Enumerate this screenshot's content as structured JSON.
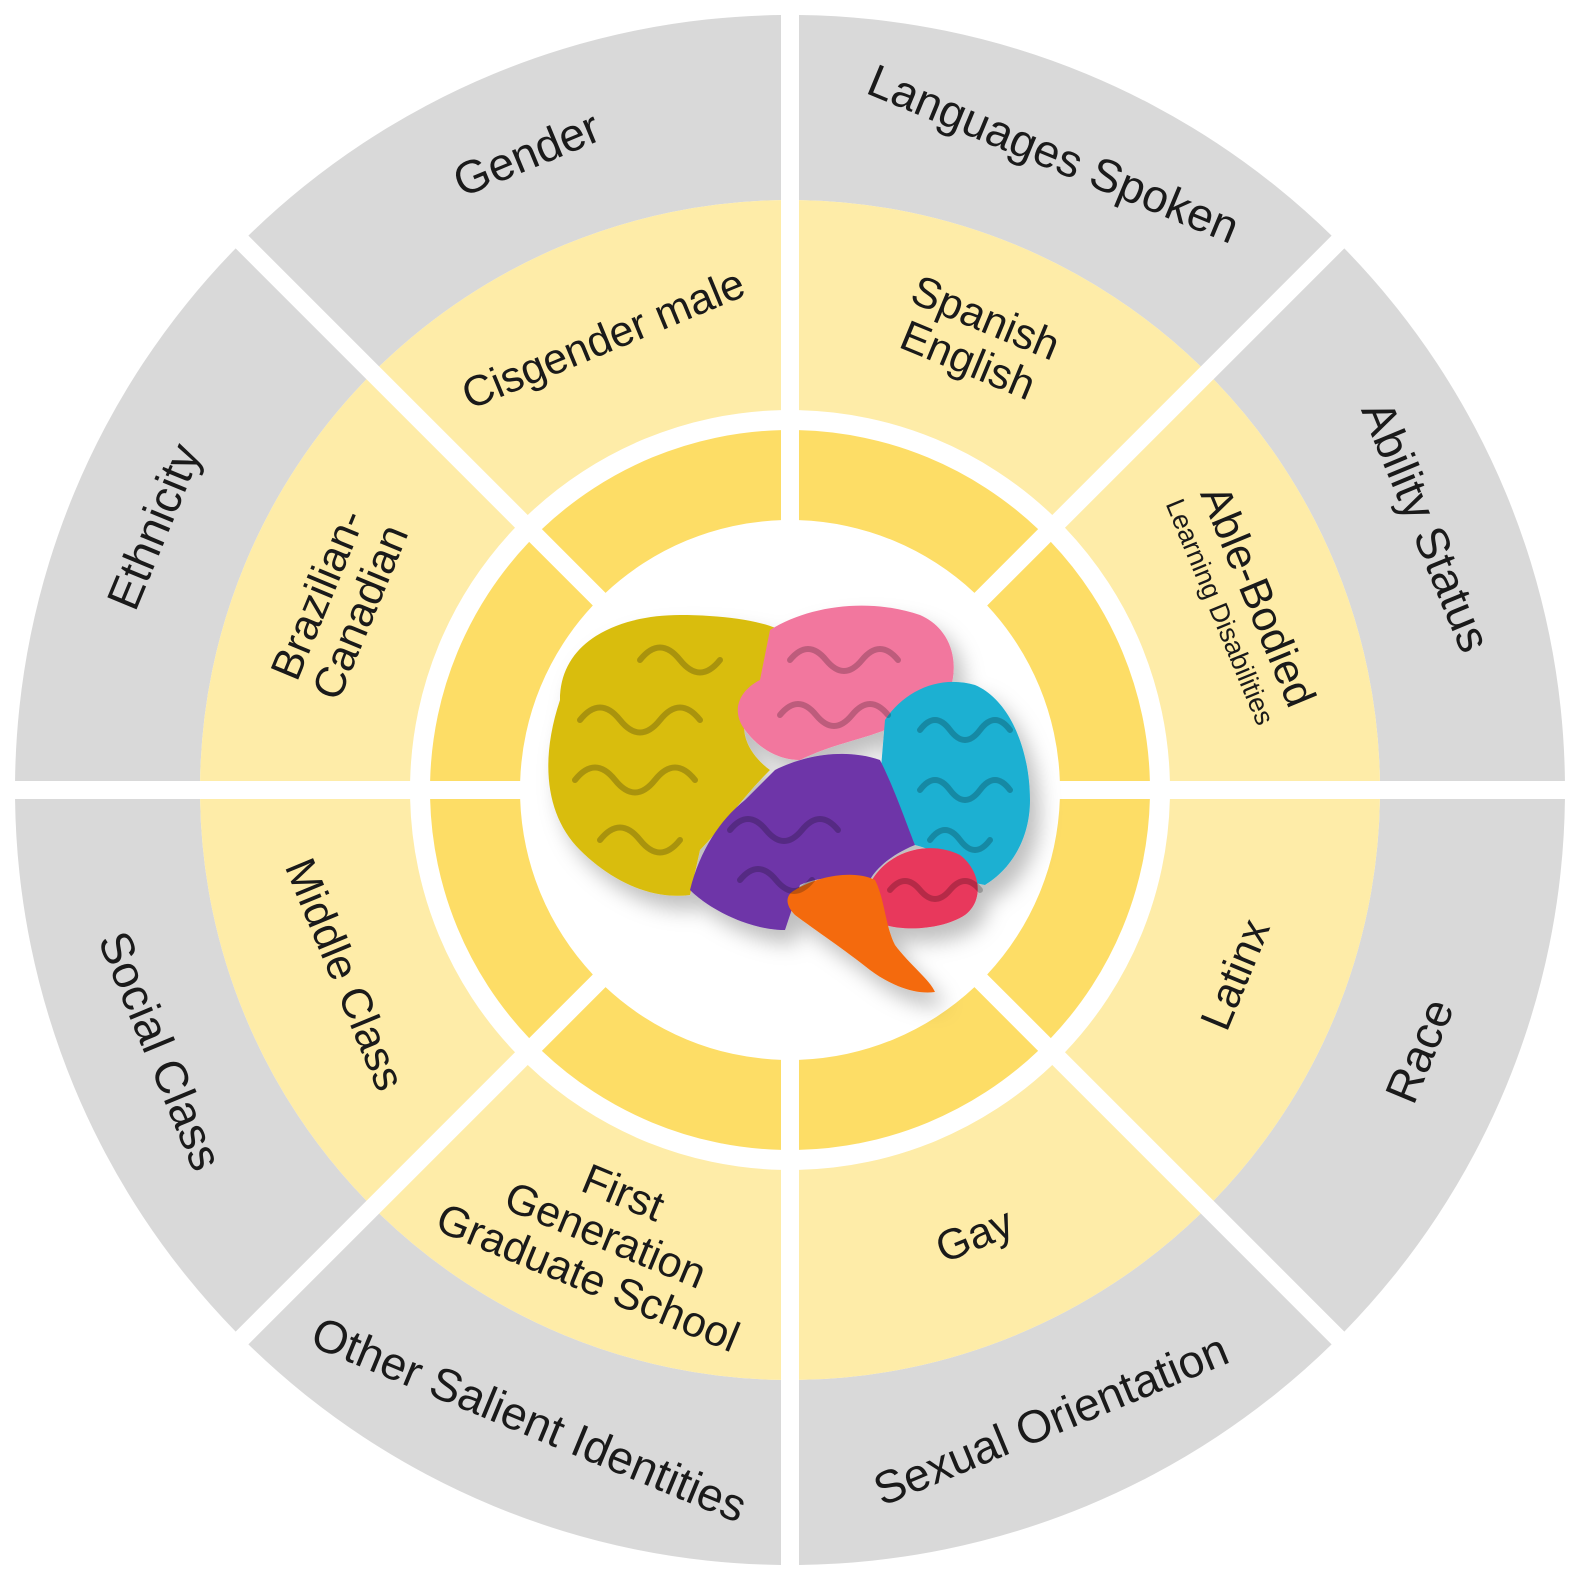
{
  "colors": {
    "outer_ring": "#d9d9d9",
    "middle_ring": "#feeca8",
    "inner_ring": "#fddd66",
    "background": "#ffffff",
    "brain_yellow": "#d9bd0f",
    "brain_pink": "#f2779e",
    "brain_cyan": "#1eb0d2",
    "brain_purple": "#6e35a8",
    "brain_red": "#e8385c",
    "brain_orange": "#f46b0d"
  },
  "center_image": {
    "icon": "brain-icon"
  },
  "segments": [
    {
      "key": "languages",
      "category": "Languages Spoken",
      "identity": [
        "Spanish",
        "English"
      ],
      "detail": ""
    },
    {
      "key": "ability",
      "category": "Ability Status",
      "identity": [
        "Able-Bodied"
      ],
      "detail": "Learning Disabilities"
    },
    {
      "key": "race",
      "category": "Race",
      "identity": [
        "Latinx"
      ],
      "detail": ""
    },
    {
      "key": "sexual-orientation",
      "category": "Sexual Orientation",
      "identity": [
        "Gay"
      ],
      "detail": ""
    },
    {
      "key": "other",
      "category": "Other Salient Identities",
      "identity": [
        "First",
        "Generation",
        "Graduate School"
      ],
      "detail": ""
    },
    {
      "key": "social-class",
      "category": "Social Class",
      "identity": [
        "Middle Class"
      ],
      "detail": ""
    },
    {
      "key": "ethnicity",
      "category": "Ethnicity",
      "identity": [
        "Brazilian-",
        "Canadian"
      ],
      "detail": ""
    },
    {
      "key": "gender",
      "category": "Gender",
      "identity": [
        "Cisgender male"
      ],
      "detail": ""
    }
  ]
}
